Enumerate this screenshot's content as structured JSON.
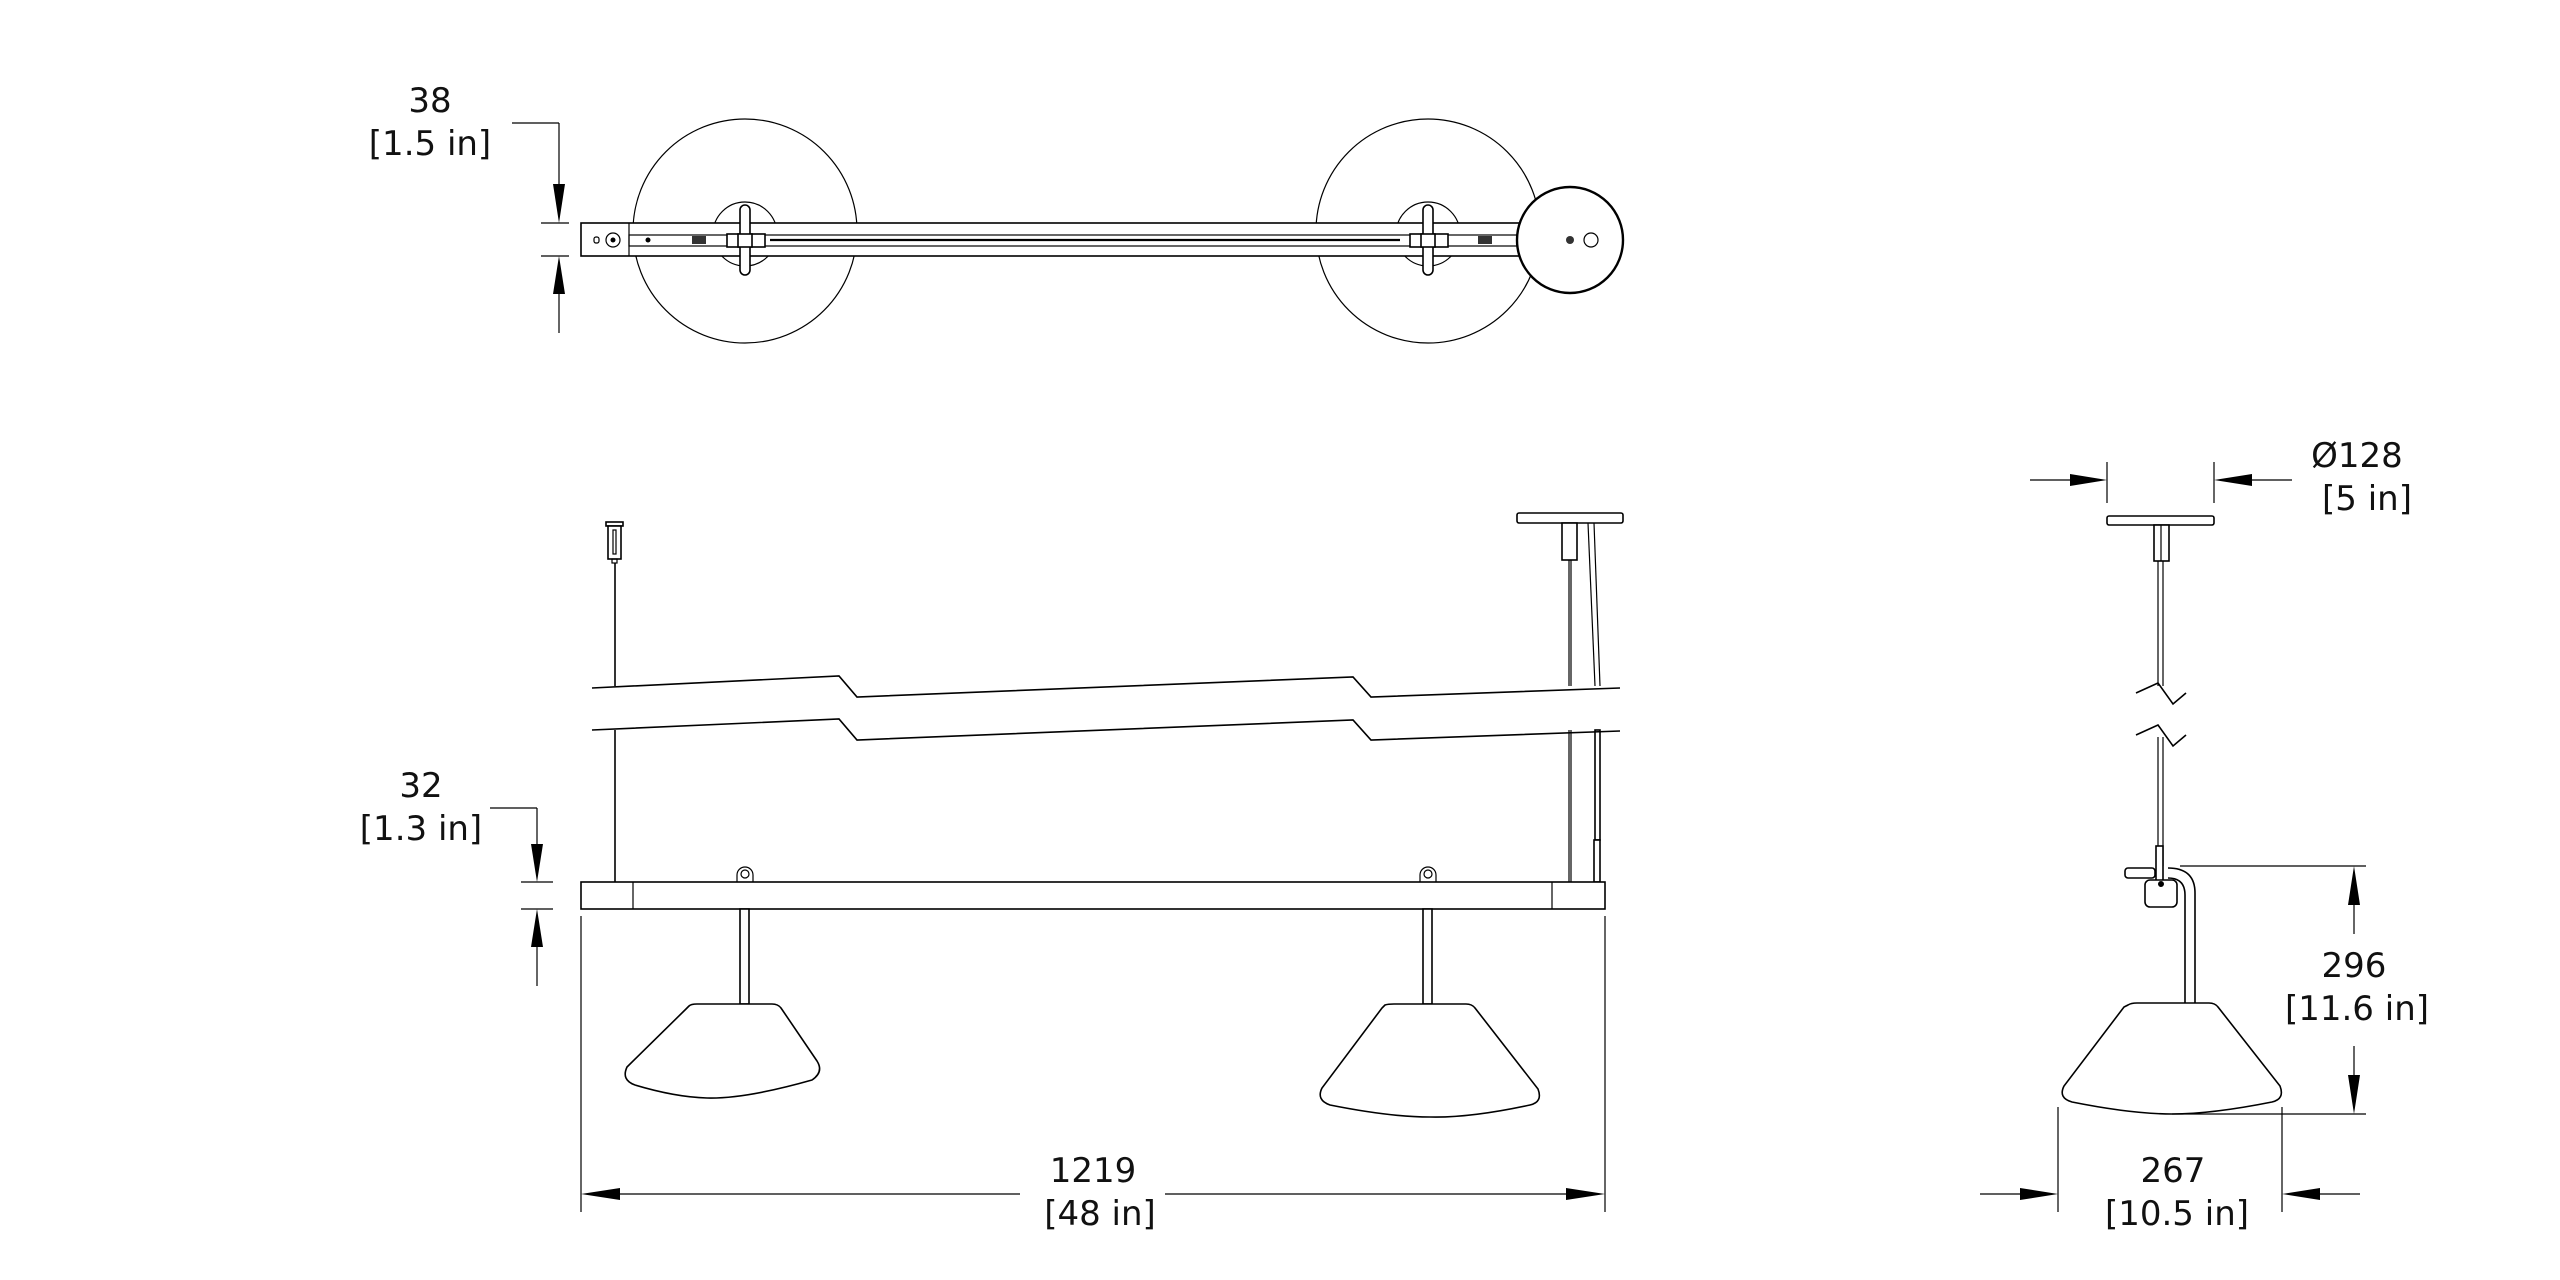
{
  "drawing": {
    "title": "Linear pendant with two conical shades – dimensional drawing",
    "views": [
      "top-view",
      "front-view",
      "side-view"
    ],
    "colors": {
      "line": "#000000",
      "text": "#111111",
      "background": "#ffffff"
    }
  },
  "dimensions": {
    "top_width": {
      "mm": "38",
      "in": "[1.5 in]"
    },
    "bar_height": {
      "mm": "32",
      "in": "[1.3 in]"
    },
    "overall_length": {
      "mm": "1219",
      "in": "[48 in]"
    },
    "canopy_diameter": {
      "mm": "Ø128",
      "in": "[5 in]"
    },
    "shade_height": {
      "mm": "296",
      "in": "[11.6 in]"
    },
    "shade_diameter": {
      "mm": "267",
      "in": "[10.5 in]"
    }
  }
}
